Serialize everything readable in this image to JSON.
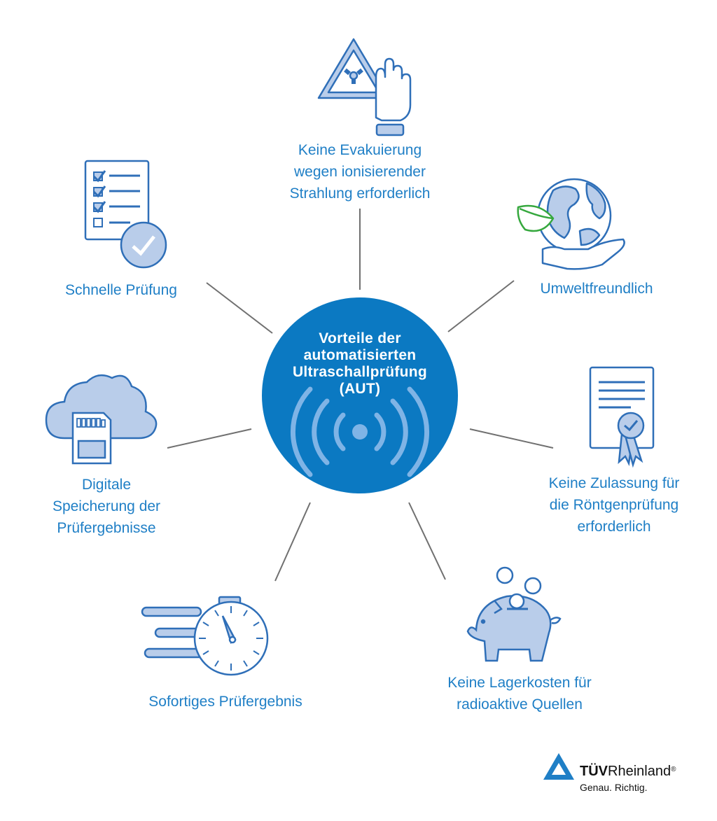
{
  "center": {
    "title_lines": [
      "Vorteile der",
      "automatisierten",
      "Ultraschallprüfung",
      "(AUT)"
    ],
    "icon": "ultrasound-waves-icon"
  },
  "benefits": [
    {
      "lines": [
        "Keine Evakuierung",
        "wegen ionisierender",
        "Strahlung erforderlich"
      ],
      "icon": "radiation-stop-hand-icon"
    },
    {
      "lines": [
        "Umweltfreundlich"
      ],
      "icon": "globe-leaf-hand-icon"
    },
    {
      "lines": [
        "Keine Zulassung für",
        "die Röntgenprüfung",
        "erforderlich"
      ],
      "icon": "certificate-icon"
    },
    {
      "lines": [
        "Keine Lagerkosten für",
        "radioaktive Quellen"
      ],
      "icon": "piggy-bank-icon"
    },
    {
      "lines": [
        "Sofortiges Prüfergebnis"
      ],
      "icon": "stopwatch-icon"
    },
    {
      "lines": [
        "Digitale",
        "Speicherung der",
        "Prüfergebnisse"
      ],
      "icon": "cloud-sd-card-icon"
    },
    {
      "lines": [
        "Schnelle Prüfung"
      ],
      "icon": "checklist-icon"
    }
  ],
  "brand": {
    "name_bold": "TÜV",
    "name_regular": "Rheinland",
    "registered": "®",
    "slogan": "Genau. Richtig.",
    "icon": "tuv-triangle-logo-icon"
  },
  "colors": {
    "accent": "#1f7fc6",
    "center_fill": "#0b79c2",
    "icon_fill": "#b9cdea",
    "icon_stroke": "#2f6fb8",
    "leaf": "#36a83e",
    "connector": "#707070"
  }
}
